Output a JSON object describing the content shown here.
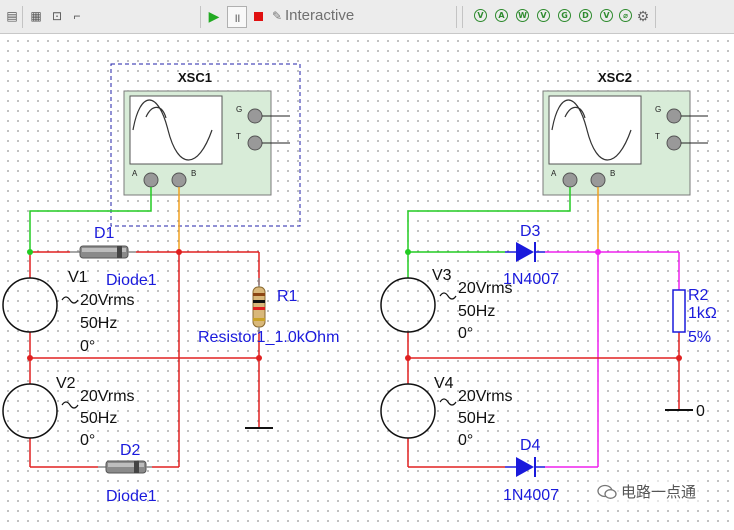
{
  "toolbar": {
    "sim_mode": "Interactive"
  },
  "scopes": [
    {
      "name": "XSC1",
      "terminals": [
        "A",
        "B",
        "G",
        "T"
      ]
    },
    {
      "name": "XSC2",
      "terminals": [
        "A",
        "B",
        "G",
        "T"
      ]
    }
  ],
  "left_circuit": {
    "v1": {
      "ref": "V1",
      "value": "20Vrms",
      "freq": "50Hz",
      "phase": "0°"
    },
    "v2": {
      "ref": "V2",
      "value": "20Vrms",
      "freq": "50Hz",
      "phase": "0°"
    },
    "d1": {
      "ref": "D1",
      "model": "Diode1"
    },
    "d2": {
      "ref": "D2",
      "model": "Diode1"
    },
    "r1": {
      "ref": "R1",
      "value": "Resistor1_1.0kOhm"
    }
  },
  "right_circuit": {
    "v3": {
      "ref": "V3",
      "value": "20Vrms",
      "freq": "50Hz",
      "phase": "0°"
    },
    "v4": {
      "ref": "V4",
      "value": "20Vrms",
      "freq": "50Hz",
      "phase": "0°"
    },
    "d3": {
      "ref": "D3",
      "model": "1N4007"
    },
    "d4": {
      "ref": "D4",
      "model": "1N4007"
    },
    "r2": {
      "ref": "R2",
      "value": "1kΩ",
      "tolerance": "5%"
    },
    "ground_label": "0"
  },
  "watermark": "电路一点通",
  "colors": {
    "wire_red": "#e02020",
    "wire_green": "#22cc22",
    "wire_orange": "#f0a020",
    "wire_magenta": "#ee22ee",
    "label_blue": "#1a1adc",
    "scope_body": "#d8ecd8"
  }
}
